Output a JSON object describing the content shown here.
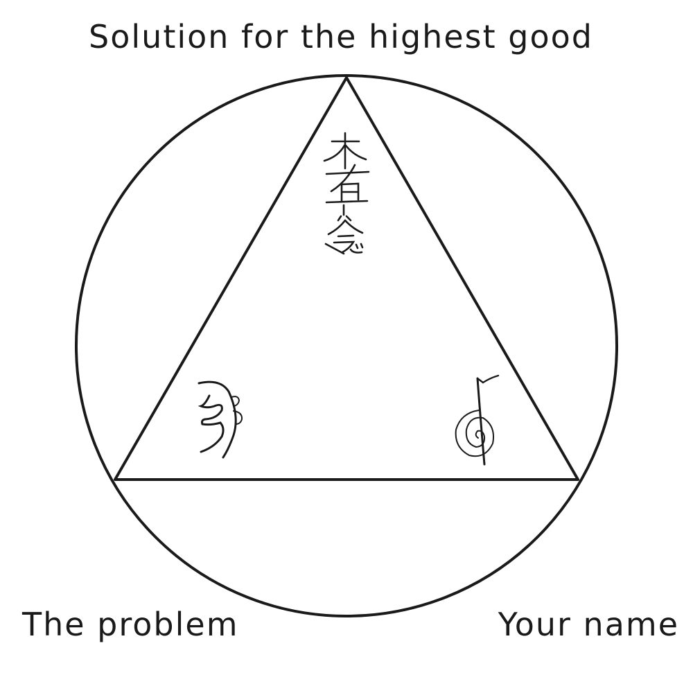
{
  "labels": {
    "top": "Solution for the highest good",
    "bottom_left": "The problem",
    "bottom_right": "Your name"
  },
  "symbols": {
    "top": "hon-sha-ze-sho-nen-symbol",
    "left": "sei-he-ki-symbol",
    "right": "cho-ku-rei-symbol"
  },
  "colors": {
    "stroke": "#1a1a1a",
    "background": "#ffffff"
  }
}
